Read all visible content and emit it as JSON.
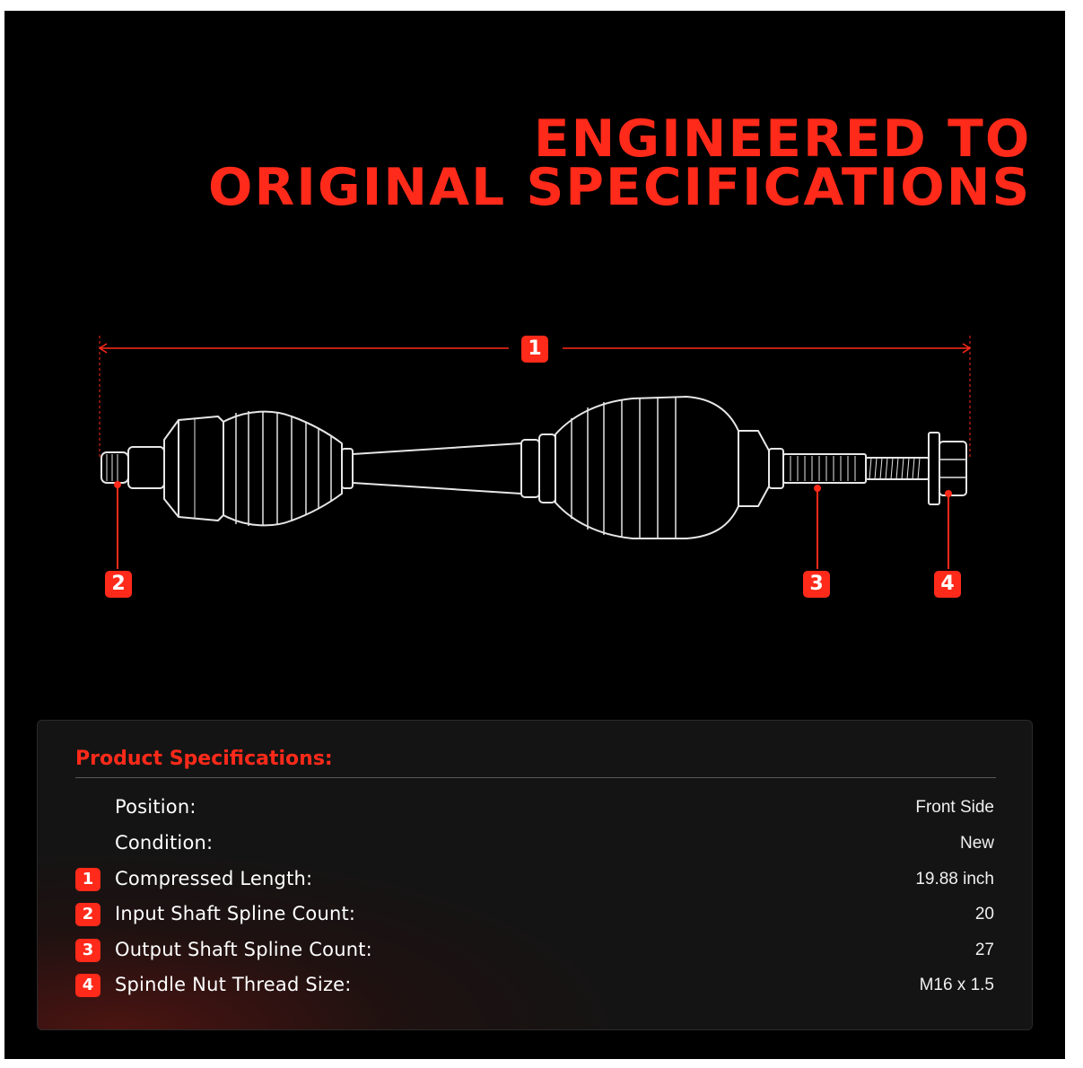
{
  "headline": {
    "line1": "ENGINEERED TO",
    "line2": "ORIGINAL SPECIFICATIONS"
  },
  "colors": {
    "accent": "#ff2a1a",
    "background": "#000000",
    "panel": "#141414"
  },
  "diagram": {
    "callouts": [
      {
        "number": "1"
      },
      {
        "number": "2"
      },
      {
        "number": "3"
      },
      {
        "number": "4"
      }
    ]
  },
  "specs": {
    "title": "Product Specifications:",
    "rows": [
      {
        "number": "",
        "label": "Position:",
        "value": "Front Side"
      },
      {
        "number": "",
        "label": "Condition:",
        "value": "New"
      },
      {
        "number": "1",
        "label": "Compressed Length:",
        "value": "19.88 inch"
      },
      {
        "number": "2",
        "label": "Input Shaft Spline Count:",
        "value": "20"
      },
      {
        "number": "3",
        "label": "Output Shaft Spline Count:",
        "value": "27"
      },
      {
        "number": "4",
        "label": "Spindle Nut Thread Size:",
        "value": "M16 x 1.5"
      }
    ]
  }
}
